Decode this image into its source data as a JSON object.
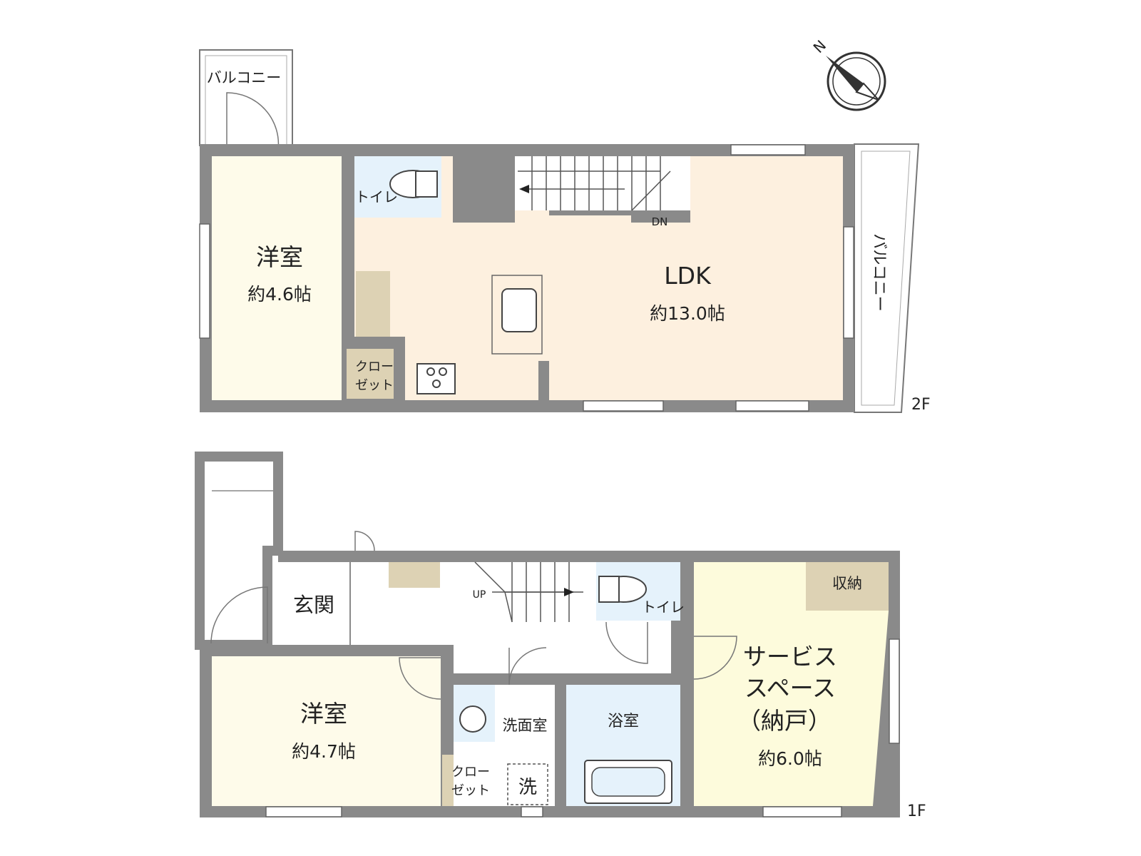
{
  "colors": {
    "wall": "#8a8a8a",
    "ldk": "#fdf0df",
    "room": "#fefbea",
    "service": "#fdfbdc",
    "wet": "#e5f2fb",
    "storage": "#ddd2b4",
    "hall": "#ffffff"
  },
  "compass": {
    "label": "N"
  },
  "floors": {
    "upper": {
      "label": "2F",
      "balcony_top": "バルコニー",
      "balcony_side": "バルコニー",
      "bedroom": {
        "name": "洋室",
        "size": "約4.6帖"
      },
      "toilet": "トイレ",
      "ldk": {
        "name": "LDK",
        "size": "約13.0帖"
      },
      "closet": [
        "クロー",
        "ゼット"
      ],
      "stair": "DN"
    },
    "lower": {
      "label": "1F",
      "entrance": "玄関",
      "stair": "UP",
      "toilet": "トイレ",
      "storage": "収納",
      "service": {
        "name_lines": [
          "サービス",
          "スペース",
          "（納戸）"
        ],
        "size": "約6.0帖"
      },
      "bedroom": {
        "name": "洋室",
        "size": "約4.7帖"
      },
      "washroom": "洗面室",
      "washer": "洗",
      "bath": "浴室",
      "closet": [
        "クロー",
        "ゼット"
      ]
    }
  }
}
